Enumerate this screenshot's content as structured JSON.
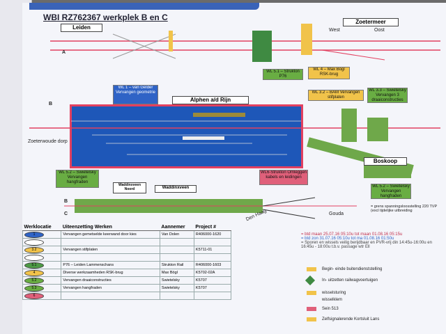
{
  "document": {
    "title": "WBI RZ762367  werkplek B en C",
    "places": {
      "leiden": "Leiden",
      "zoetermeer": "Zoetermeer",
      "west": "West",
      "oost": "Oost",
      "alphen": "Alphen a/d Rijn",
      "boskoop": "Boskoop",
      "waddinxveen": "Waddinxveen",
      "waddinxveen_noord": "Waddinxveen Noord",
      "gouda": "Gouda",
      "den_haag": "Den Haag",
      "zoeterwoude": "Zoeterwoude dorp"
    },
    "work_boxes": {
      "wl5_strukton": "WL 5.1 – Strukton P76",
      "wl4_max": "WL 4 – Max Bögl RSK-brug",
      "wl1_wb": "WL 1 – van Gelder Vervangen geometrie",
      "wl6_strukton": "WL6-Strukton Omleggen kabels en leidingen",
      "wl32_bam": "WL 3.2 – BAM Vervangen stifplaten",
      "wl33_swietelsky": "WL 3.3 – Swietelsky Vervangen 3 draaiconstructies",
      "wl51_swietelsky": "WL 5.2 – Swietelsky Vervangen hangfraden",
      "wl52_swietelsky": "WL 5.2 – Swietelsky Vervangen hangfraden",
      "grens": "= grens spanningsloosstelling 220 TVP (excl tijdelijke uitbreiding"
    },
    "block_labels": [
      "A",
      "B",
      "B",
      "C"
    ],
    "notes": [
      "= btd maan 25.07.16 05:10u tot maan 01.08.16 05:15u",
      "= btd zon 31.07.16 05:10u tot ma 01.08.16 01:50u",
      "= Sporen en wissels veilig berijdbaar en PVR-vrij din 14:45u-16:00u en 16:45u - 18:00u t.b.v. passage wtr Ell"
    ],
    "table": {
      "headers": [
        "Werklocatie",
        "Uiteenzetting Werken",
        "Aannemer",
        "Project #"
      ],
      "rows": [
        {
          "loc": "1",
          "color": "#2f63c6",
          "work": "Vervangen gemetselde keerwand door kies",
          "contractor": "Van Dolen",
          "project": "R406000-1620"
        },
        {
          "loc": "",
          "color": "#ffffff",
          "work": "",
          "contractor": "",
          "project": ""
        },
        {
          "loc": "3.2",
          "color": "#f1c34a",
          "work": "Vervangen stifplaten",
          "contractor": "",
          "project": "K5711-01"
        },
        {
          "loc": "",
          "color": "#ffffff",
          "work": "",
          "contractor": "",
          "project": ""
        },
        {
          "loc": "5.1",
          "color": "#4c9a45",
          "work": "P76 – Leiden Lammenschans",
          "contractor": "Strukton Rail",
          "project": "R406000-1603"
        },
        {
          "loc": "4",
          "color": "#f1c34a",
          "work": "Diverse werkzaamheden RSK-brug",
          "contractor": "Max Bögl",
          "project": "K5702-02A"
        },
        {
          "loc": "5.2",
          "color": "#69ad43",
          "work": "Vervangen draaiconstructies",
          "contractor": "Swietelsky",
          "project": "K5707"
        },
        {
          "loc": "5.3",
          "color": "#69ad43",
          "work": "Vervangen hangfraden",
          "contractor": "Swietelsky",
          "project": "K5707"
        },
        {
          "loc": "6",
          "color": "#e0607a",
          "work": "",
          "contractor": "",
          "project": ""
        }
      ]
    },
    "legend": {
      "items": [
        {
          "text": "Begin- einde buitendienststelling"
        },
        {
          "text": "In- uitzetten railwagvoertuigen"
        },
        {
          "text": "wisselsturing"
        },
        {
          "text": "wisselklem"
        },
        {
          "text": "Sein 513"
        },
        {
          "text": "Zelfsignalerende Kortsluit Lans"
        }
      ]
    },
    "colors": {
      "yard_blue": "#1e57b8",
      "red_line": "#e24060",
      "green": "#6fa84a",
      "yellow": "#f1c34a"
    }
  }
}
